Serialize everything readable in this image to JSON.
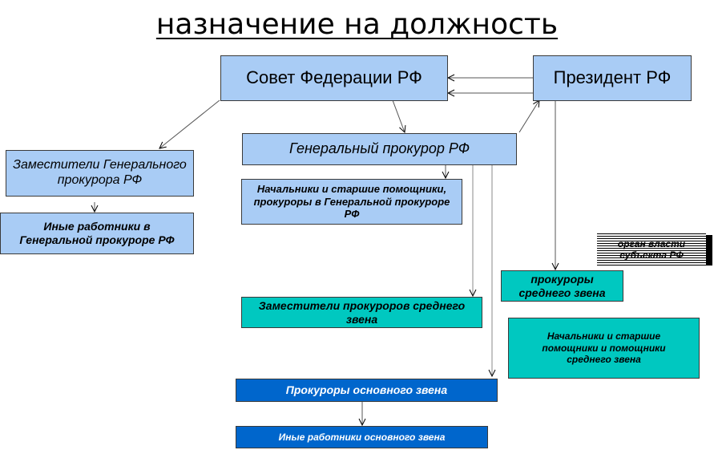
{
  "title": "назначение на должность",
  "nodes": {
    "federation_council": "Совет Федерации РФ",
    "president": "Президент РФ",
    "prosecutor_general": "Генеральный прокурор РФ",
    "deputies_general": "Заместители Генерального прокурора РФ",
    "other_staff_general": "Иные работники в Генеральной прокуроре РФ",
    "heads_assistants_general": "Начальники и старшие помощники, прокуроры в Генеральной прокуроре  РФ",
    "regional_authority": "орган власти субъекта РФ",
    "mid_prosecutors": "прокуроры среднего звена",
    "mid_deputies": "Заместители прокуроров среднего звена",
    "mid_heads_assistants": "Начальники и старшие помощники и помощники среднего звена",
    "base_prosecutors": "Прокуроры основного звена",
    "base_other_staff": "Иные работники основного звена"
  }
}
